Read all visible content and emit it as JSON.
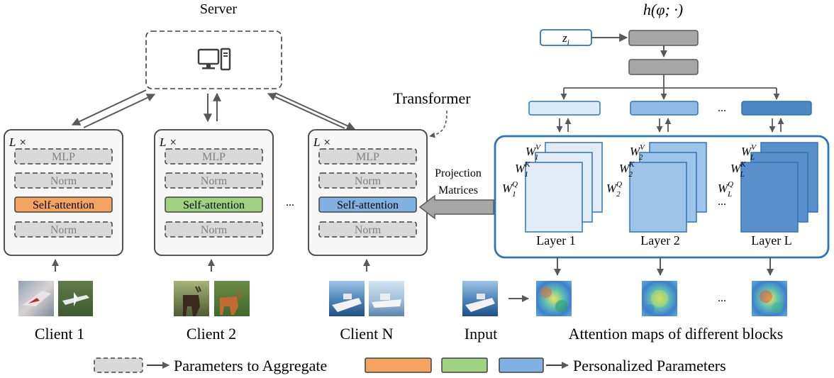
{
  "server": {
    "label": "Server",
    "icon": "computer-icon"
  },
  "hypernet": {
    "label": "h(φ; ·)",
    "input_label": "z",
    "input_subscript": "i"
  },
  "transformer_label": "Transformer",
  "projection_label": [
    "Projection",
    "Matrices"
  ],
  "block": {
    "repeat": "L ×",
    "layers": [
      "MLP",
      "Norm",
      "Self-attention",
      "Norm"
    ]
  },
  "clients": [
    {
      "name": "Client 1",
      "attention_color": "#f4a460"
    },
    {
      "name": "Client 2",
      "attention_color": "#9ed27f"
    },
    {
      "name": "Client N",
      "attention_color": "#7fb1e3"
    }
  ],
  "ellipsis": "...",
  "hyper_outputs": [
    {
      "color": "#dce9f7"
    },
    {
      "color": "#8fbbe6"
    },
    {
      "color": "#4f86c6"
    }
  ],
  "layer_groups": [
    {
      "caption": "Layer 1",
      "v": "1",
      "k": "1",
      "q": "1",
      "color": "#e1ecf8"
    },
    {
      "caption": "Layer 2",
      "v": "2",
      "k": "2",
      "q": "2",
      "color": "#9ec4ea"
    },
    {
      "caption": "Layer L",
      "v": "L",
      "k": "L",
      "q": "L",
      "color": "#5b8fcc"
    }
  ],
  "bottom_labels": {
    "input": "Input",
    "attention_maps": "Attention maps of different blocks"
  },
  "legend": {
    "aggregate": "Parameters to Aggregate",
    "personalized": "Personalized Parameters",
    "colors": [
      "#f4a460",
      "#9ed27f",
      "#7fb1e3"
    ]
  },
  "colors": {
    "dashed_fill": "#d9d9d9",
    "block_fill": "#f7f7f7",
    "hyper_gray": "#a6a6a6",
    "frame_blue": "#2e75b6",
    "arrow_gray": "#595959"
  }
}
